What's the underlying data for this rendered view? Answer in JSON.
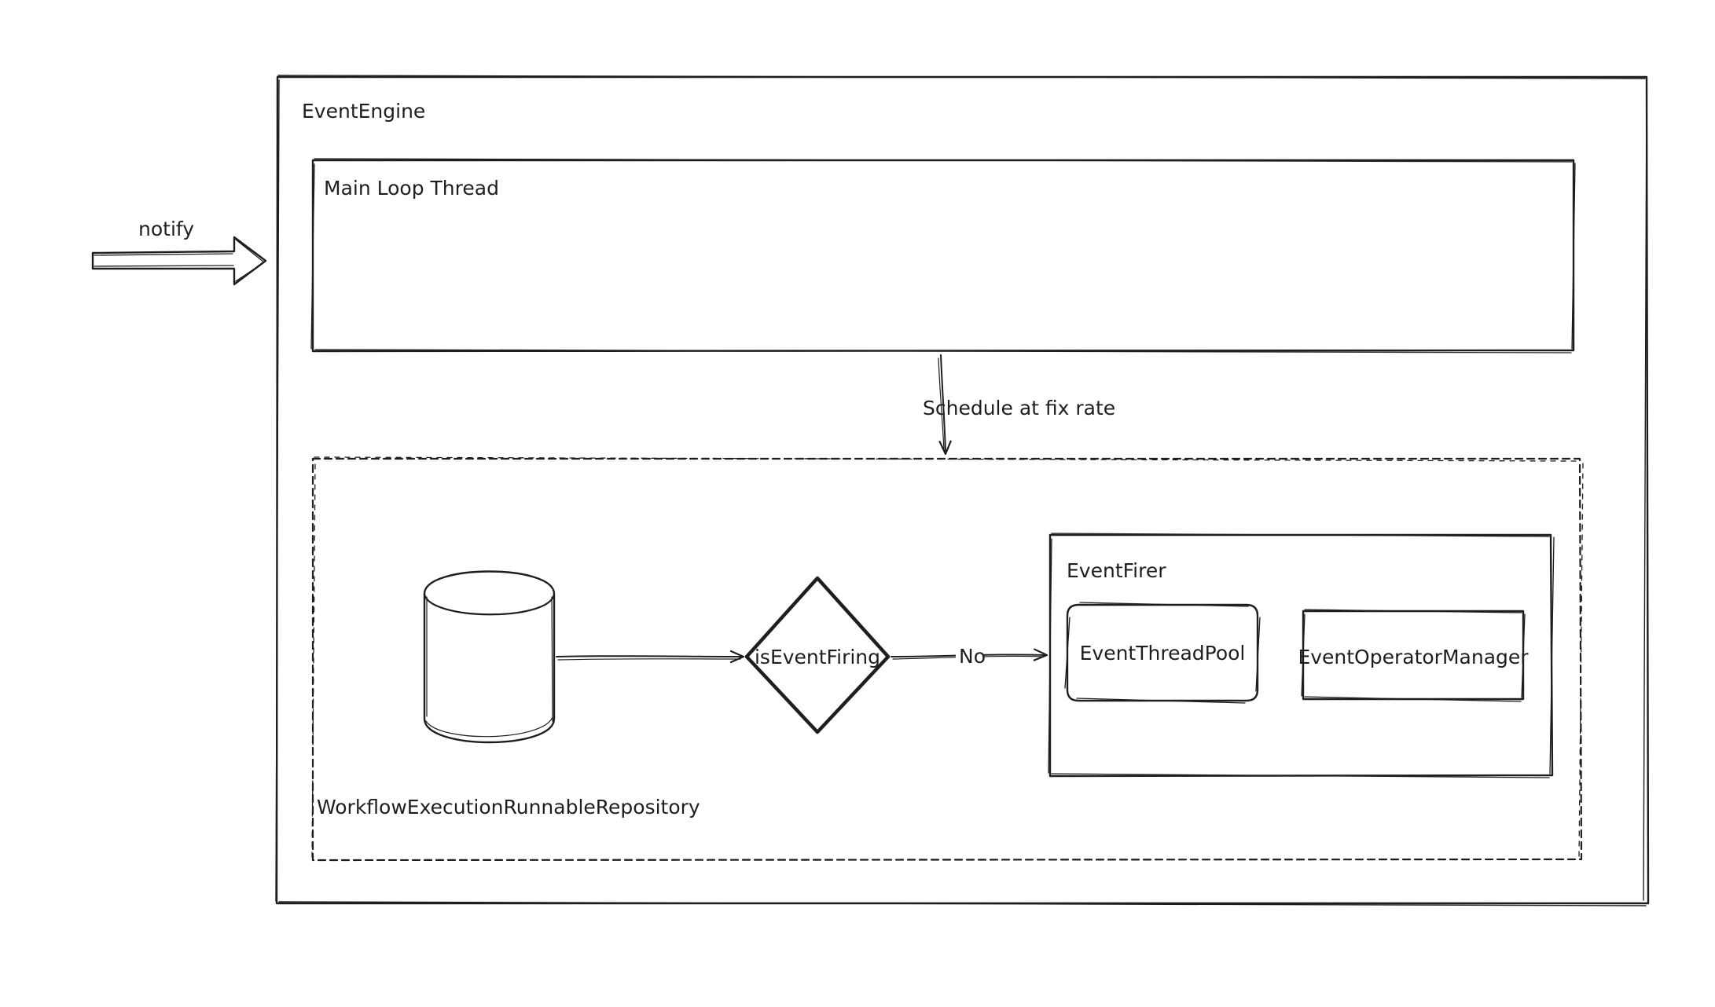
{
  "diagram": {
    "event_engine": {
      "label": "EventEngine"
    },
    "main_loop": {
      "label": "Main Loop Thread"
    },
    "notify_arrow": {
      "label": "notify"
    },
    "schedule_edge": {
      "label": "Schedule at fix rate"
    },
    "repository": {
      "label": "WorkflowExecutionRunnableRepository"
    },
    "decision": {
      "label": "isEventFiring"
    },
    "decision_edge": {
      "label": "No"
    },
    "event_firer": {
      "label": "EventFirer"
    },
    "thread_pool": {
      "label": "EventThreadPool"
    },
    "operator_manager": {
      "label": "EventOperatorManager"
    }
  },
  "colors": {
    "stroke": "#1e1e1e",
    "background": "#ffffff"
  }
}
